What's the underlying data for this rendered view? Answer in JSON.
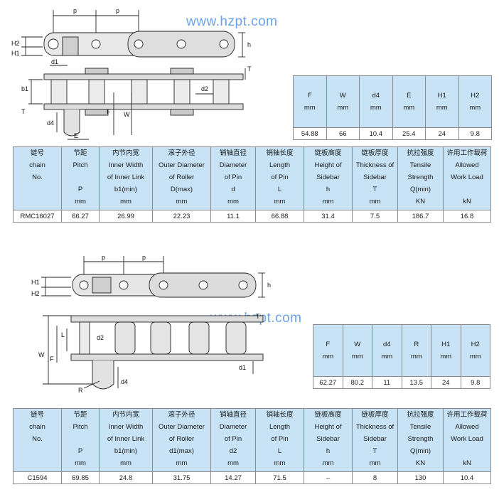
{
  "watermark": "www.hzpt.com",
  "diagram_labels": {
    "p": "p",
    "h": "h",
    "H2": "H2",
    "H1": "H1",
    "d1": "d1",
    "d2": "d2",
    "b1": "b1",
    "T": "T",
    "F": "F",
    "W": "W",
    "d4": "d4",
    "E": "E",
    "L": "L",
    "R": "R"
  },
  "section1": {
    "attach_headers": [
      {
        "sym": "F",
        "unit": "mm"
      },
      {
        "sym": "W",
        "unit": "mm"
      },
      {
        "sym": "d4",
        "unit": "mm"
      },
      {
        "sym": "E",
        "unit": "mm"
      },
      {
        "sym": "H1",
        "unit": "mm"
      },
      {
        "sym": "H2",
        "unit": "mm"
      }
    ],
    "attach_values": [
      "54.88",
      "66",
      "10.4",
      "25.4",
      "24",
      "9.8"
    ],
    "headers": [
      {
        "cn": "链号",
        "lines": [
          "chain",
          "No."
        ],
        "sym": "",
        "unit": ""
      },
      {
        "cn": "节距",
        "lines": [
          "Pitch",
          ""
        ],
        "sym": "P",
        "unit": "mm"
      },
      {
        "cn": "内节内宽",
        "lines": [
          "Inner Width",
          "of Inner Link"
        ],
        "sym": "b1(min)",
        "unit": "mm"
      },
      {
        "cn": "滚子外径",
        "lines": [
          "Outer Diameter",
          "of Roller"
        ],
        "sym": "D(max)",
        "unit": "mm"
      },
      {
        "cn": "销轴直径",
        "lines": [
          "Diameter",
          "of Pin"
        ],
        "sym": "d",
        "unit": "mm"
      },
      {
        "cn": "销轴长度",
        "lines": [
          "Length",
          "of Pin"
        ],
        "sym": "L",
        "unit": "mm"
      },
      {
        "cn": "链板高度",
        "lines": [
          "Height of",
          "Sidebar"
        ],
        "sym": "h",
        "unit": "mm"
      },
      {
        "cn": "链板厚度",
        "lines": [
          "Thickness of",
          "Sidebar"
        ],
        "sym": "T",
        "unit": "mm"
      },
      {
        "cn": "抗拉强度",
        "lines": [
          "Tensile",
          "Strength"
        ],
        "sym": "Q(min)",
        "unit": "KN"
      },
      {
        "cn": "许用工作载荷",
        "lines": [
          "Allowed",
          "Work Load"
        ],
        "sym": "",
        "unit": "kN"
      }
    ],
    "row": [
      "RMC16027",
      "66.27",
      "26.99",
      "22.23",
      "11.1",
      "66.88",
      "31.4",
      "7.5",
      "186.7",
      "16.8"
    ]
  },
  "section2": {
    "attach_headers": [
      {
        "sym": "F",
        "unit": "mm"
      },
      {
        "sym": "W",
        "unit": "mm"
      },
      {
        "sym": "d4",
        "unit": "mm"
      },
      {
        "sym": "R",
        "unit": "mm"
      },
      {
        "sym": "H1",
        "unit": "mm"
      },
      {
        "sym": "H2",
        "unit": "mm"
      }
    ],
    "attach_values": [
      "62.27",
      "80.2",
      "11",
      "13.5",
      "24",
      "9.8"
    ],
    "headers": [
      {
        "cn": "链号",
        "lines": [
          "chain",
          "No."
        ],
        "sym": "",
        "unit": ""
      },
      {
        "cn": "节距",
        "lines": [
          "Pitch",
          ""
        ],
        "sym": "P",
        "unit": "mm"
      },
      {
        "cn": "内节内宽",
        "lines": [
          "Inner Width",
          "of Inner Link"
        ],
        "sym": "b1(min)",
        "unit": "mm"
      },
      {
        "cn": "滚子外径",
        "lines": [
          "Outer Diameter",
          "of Roller"
        ],
        "sym": "d1(max)",
        "unit": "mm"
      },
      {
        "cn": "销轴直径",
        "lines": [
          "Diameter",
          "of Pin"
        ],
        "sym": "d2",
        "unit": "mm"
      },
      {
        "cn": "销轴长度",
        "lines": [
          "Length",
          "of Pin"
        ],
        "sym": "L",
        "unit": "mm"
      },
      {
        "cn": "链板高度",
        "lines": [
          "Height of",
          "Sidebar"
        ],
        "sym": "h",
        "unit": "mm"
      },
      {
        "cn": "链板厚度",
        "lines": [
          "Thickness of",
          "Sidebar"
        ],
        "sym": "T",
        "unit": "mm"
      },
      {
        "cn": "抗拉强度",
        "lines": [
          "Tensile",
          "Strength"
        ],
        "sym": "Q(min)",
        "unit": "KN"
      },
      {
        "cn": "许用工作载荷",
        "lines": [
          "Allowed",
          "Work Load"
        ],
        "sym": "",
        "unit": "kN"
      }
    ],
    "row": [
      "C1594",
      "69.85",
      "24.8",
      "31.75",
      "14.27",
      "71.5",
      "–",
      "8",
      "130",
      "10.4"
    ]
  }
}
